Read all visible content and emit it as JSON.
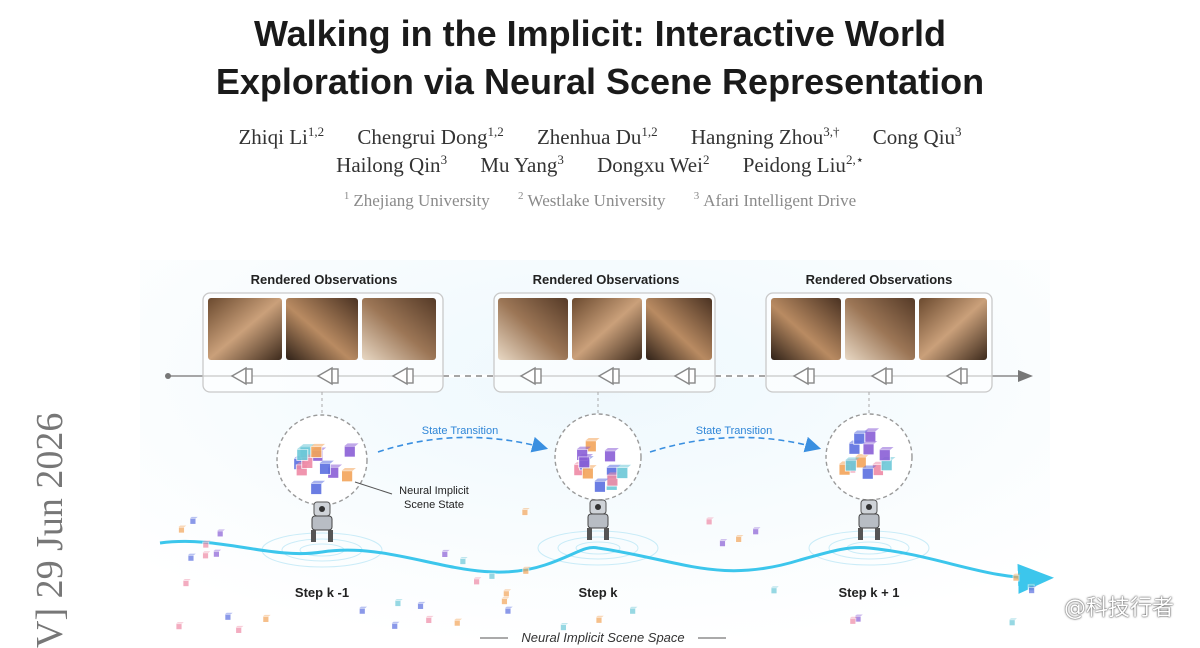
{
  "paper": {
    "title_line1": "Walking in the Implicit: Interactive World",
    "title_line2": "Exploration via Neural Scene Representation",
    "authors_row1": [
      {
        "name": "Zhiqi Li",
        "sup": "1,2"
      },
      {
        "name": "Chengrui Dong",
        "sup": "1,2"
      },
      {
        "name": "Zhenhua Du",
        "sup": "1,2"
      },
      {
        "name": "Hangning Zhou",
        "sup": "3,†"
      },
      {
        "name": "Cong Qiu",
        "sup": "3"
      }
    ],
    "authors_row2": [
      {
        "name": "Hailong Qin",
        "sup": "3"
      },
      {
        "name": "Mu Yang",
        "sup": "3"
      },
      {
        "name": "Dongxu Wei",
        "sup": "2"
      },
      {
        "name": "Peidong Liu",
        "sup": "2,⋆"
      }
    ],
    "affiliations": [
      {
        "num": "1",
        "name": "Zhejiang University"
      },
      {
        "num": "2",
        "name": "Westlake University"
      },
      {
        "num": "3",
        "name": "Afari Intelligent Drive"
      }
    ],
    "arxiv_stamp": "V]  29 Jun 2026"
  },
  "figure": {
    "panel_label": "Rendered Observations",
    "transition_label": "State Transition",
    "state_label_line1": "Neural Implicit",
    "state_label_line2": "Scene State",
    "steps": [
      "Step k -1",
      "Step k",
      "Step k + 1"
    ],
    "space_label": "Neural Implicit Scene Space",
    "colors": {
      "wave": "#3cc6ec",
      "transition": "#3a8fe0",
      "cube_palette": [
        "#5b6fe0",
        "#8a5fd6",
        "#ef8aa6",
        "#f3a55a",
        "#6cc8d8"
      ]
    }
  },
  "watermark": "@科技行者"
}
